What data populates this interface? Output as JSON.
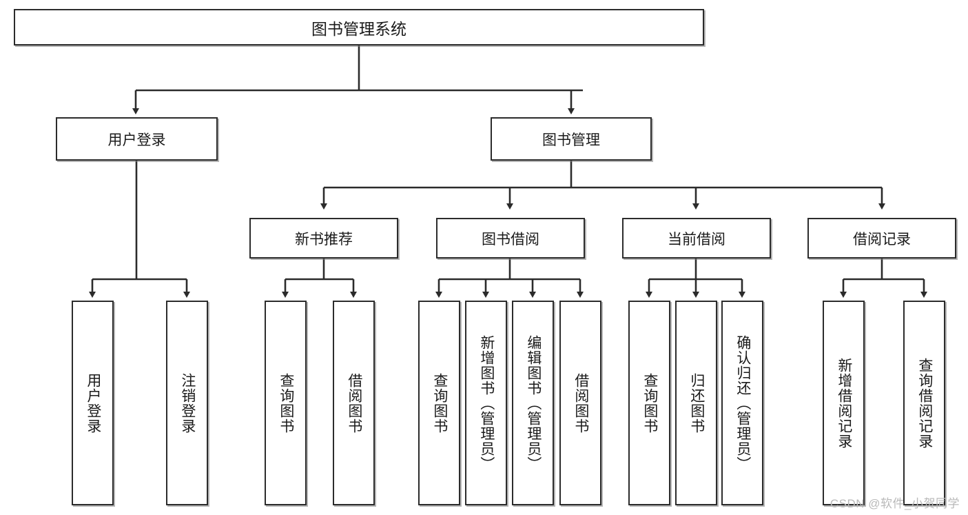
{
  "diagram": {
    "type": "tree-hierarchy-chart",
    "title": "图书管理系统",
    "orientation": "top-down",
    "colors": {
      "box_border": "#2b2b2b",
      "box_fill": "#ffffff",
      "edge": "#2b2b2b",
      "text": "#1a1a1a",
      "watermark": "#b9b9b9"
    },
    "root": {
      "id": "root",
      "label": "图书管理系统"
    },
    "level1": [
      {
        "id": "user-login",
        "label": "用户登录"
      },
      {
        "id": "book-manage",
        "label": "图书管理"
      }
    ],
    "level2": [
      {
        "id": "new-book-recommend",
        "label": "新书推荐",
        "parent": "book-manage"
      },
      {
        "id": "book-borrow",
        "label": "图书借阅",
        "parent": "book-manage"
      },
      {
        "id": "current-borrow",
        "label": "当前借阅",
        "parent": "book-manage"
      },
      {
        "id": "borrow-record",
        "label": "借阅记录",
        "parent": "book-manage"
      }
    ],
    "leaves": {
      "user_login": [
        {
          "id": "leaf-user-login",
          "label": "用户登录"
        },
        {
          "id": "leaf-user-logout",
          "label": "注销登录"
        }
      ],
      "new_book_recommend": [
        {
          "id": "leaf-query-book-1",
          "label": "查询图书"
        },
        {
          "id": "leaf-borrow-book-1",
          "label": "借阅图书"
        }
      ],
      "book_borrow": [
        {
          "id": "leaf-query-book-2",
          "label": "查询图书"
        },
        {
          "id": "leaf-add-book",
          "label": "新增图书（管理员）"
        },
        {
          "id": "leaf-edit-book",
          "label": "编辑图书（管理员）"
        },
        {
          "id": "leaf-borrow-book-2",
          "label": "借阅图书"
        }
      ],
      "current_borrow": [
        {
          "id": "leaf-query-book-3",
          "label": "查询图书"
        },
        {
          "id": "leaf-return-book",
          "label": "归还图书"
        },
        {
          "id": "leaf-confirm-return",
          "label": "确认归还（管理员）"
        }
      ],
      "borrow_record": [
        {
          "id": "leaf-add-record",
          "label": "新增借阅记录"
        },
        {
          "id": "leaf-query-record",
          "label": "查询借阅记录"
        }
      ]
    }
  },
  "watermark": {
    "text": "CSDN @软件_小贺同学"
  }
}
